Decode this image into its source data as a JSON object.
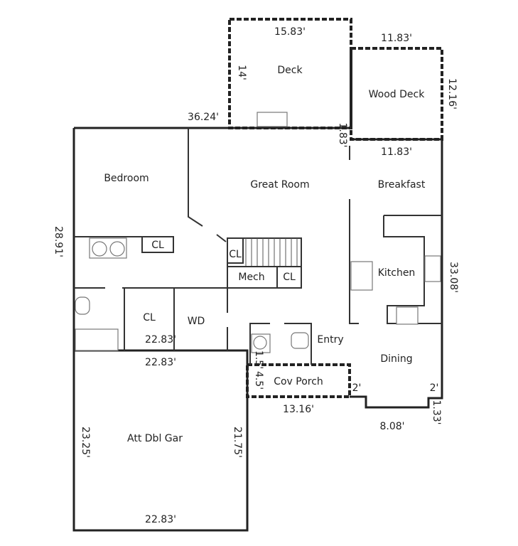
{
  "rooms": {
    "deck": "Deck",
    "wood_deck": "Wood Deck",
    "bedroom": "Bedroom",
    "great_room": "Great Room",
    "breakfast": "Breakfast",
    "kitchen": "Kitchen",
    "cl_bedroom": "CL",
    "cl_stairs": "CL",
    "mech": "Mech",
    "cl_mech": "CL",
    "cl_hall": "CL",
    "wd": "WD",
    "entry": "Entry",
    "dining": "Dining",
    "cov_porch": "Cov Porch",
    "garage": "Att Dbl Gar"
  },
  "dimensions": {
    "deck_width": "15.83'",
    "deck_depth": "14'",
    "wood_deck_width": "11.83'",
    "wood_deck_depth": "12.16'",
    "wood_deck_inner_width": "11.83'",
    "house_top": "36.24'",
    "offset_top": "1.83'",
    "house_left": "28.91'",
    "house_right": "33.08'",
    "hall_width": "22.83'",
    "garage_top": "22.83'",
    "garage_left": "23.25'",
    "garage_right": "21.75'",
    "garage_bottom": "22.83'",
    "porch_width": "13.16'",
    "porch_depth": "4.5'",
    "porch_side": "1.5'",
    "dining_jog_left": "2'",
    "dining_jog_right": "2'",
    "dining_bump": "8.08'",
    "dining_bump_depth": "1.33'"
  }
}
